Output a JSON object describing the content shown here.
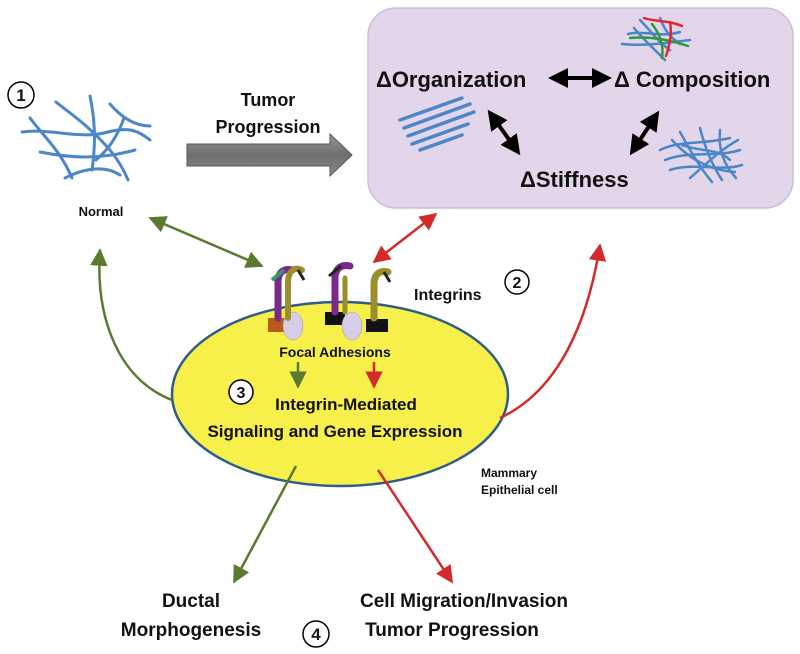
{
  "steps": {
    "one": "1",
    "two": "2",
    "three": "3",
    "four": "4"
  },
  "labels": {
    "normal": "Normal",
    "progression_line1": "Tumor",
    "progression_line2": "Progression",
    "organization": "ΔOrganization",
    "composition": "Δ Composition",
    "stiffness": "ΔStiffness",
    "integrins": "Integrins",
    "focal_adhesions": "Focal Adhesions",
    "signaling_line1": "Integrin-Mediated",
    "signaling_line2": "Signaling and Gene Expression",
    "cell_line1": "Mammary",
    "cell_line2": "Epithelial cell",
    "ductal_line1": "Ductal",
    "ductal_line2": "Morphogenesis",
    "migration_line1": "Cell Migration/Invasion",
    "migration_line2": "Tumor Progression"
  },
  "colors": {
    "green_arrow": "#5a7a2e",
    "red_arrow": "#d42a2a",
    "cell_fill": "#f7f04a",
    "cell_stroke": "#2f5c8a",
    "tumor_panel": "#e3d6ea",
    "fiber_blue": "#4a86c8"
  }
}
